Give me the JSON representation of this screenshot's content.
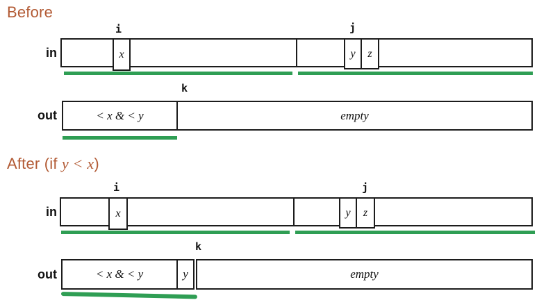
{
  "colors": {
    "accent": "#b25a34",
    "green": "#2f9e54",
    "line": "#1c1c1c"
  },
  "before": {
    "title": "Before",
    "in_row": {
      "label": "in",
      "pointer_i": "i",
      "pointer_j": "j",
      "cell_x": "x",
      "cell_y": "y",
      "cell_z": "z"
    },
    "out_row": {
      "label": "out",
      "pointer_k": "k",
      "filled": "< x & < y",
      "empty": "empty"
    }
  },
  "after": {
    "title_prefix": "After (if ",
    "title_condition": "y < x",
    "title_suffix": ")",
    "in_row": {
      "label": "in",
      "pointer_i": "i",
      "pointer_j": "j",
      "cell_x": "x",
      "cell_y": "y",
      "cell_z": "z"
    },
    "out_row": {
      "label": "out",
      "pointer_k": "k",
      "filled": "< x & < y",
      "moved": "y",
      "empty": "empty"
    }
  }
}
